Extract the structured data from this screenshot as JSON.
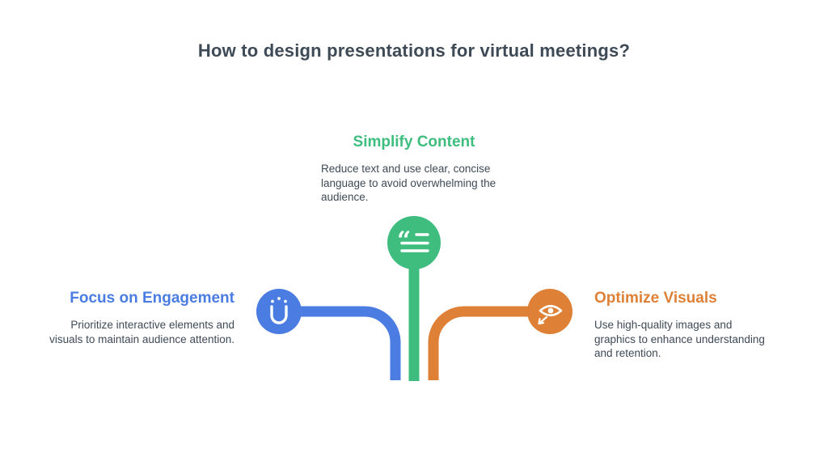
{
  "page": {
    "title": "How to design presentations for virtual meetings?"
  },
  "colors": {
    "background": "#FFFFFF",
    "title_text": "#3E4A56",
    "body_text": "#3E4A56",
    "green": "#3EBD7E",
    "blue": "#4A7CE2",
    "orange": "#DE8137"
  },
  "icons": {
    "quote_glyph": "“"
  },
  "sections": [
    {
      "id": "simplify-content",
      "heading": "Simplify Content",
      "description": "Reduce text and use clear, concise language to avoid overwhelming the audience.",
      "icon": "quote-content-icon",
      "accent_color": "#3EBD7E"
    },
    {
      "id": "focus-on-engagement",
      "heading": "Focus on Engagement",
      "description": "Prioritize interactive elements and visuals to maintain audience attention.",
      "icon": "magnet-engagement-icon",
      "accent_color": "#4A7CE2"
    },
    {
      "id": "optimize-visuals",
      "heading": "Optimize Visuals",
      "description": "Use high-quality images and graphics to enhance understanding and retention.",
      "icon": "eye-visuals-icon",
      "accent_color": "#DE8137"
    }
  ]
}
